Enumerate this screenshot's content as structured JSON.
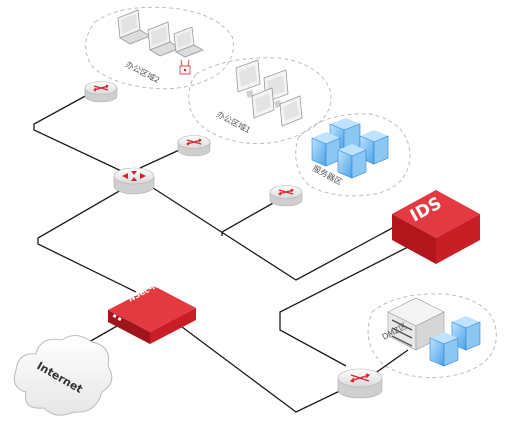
{
  "zones": {
    "office2": "办公区域2",
    "office1": "办公区域1",
    "server": "服务器区",
    "dmz": "DMZ区"
  },
  "devices": {
    "ids": "IDS",
    "firewall": "NSec-NF",
    "internet": "Internet"
  },
  "colors": {
    "red": "#d9222a",
    "dark_red": "#a0151b",
    "blue": "#4aa3e8",
    "line": "#1a1a1a",
    "zone_border": "#bdbdbd"
  }
}
